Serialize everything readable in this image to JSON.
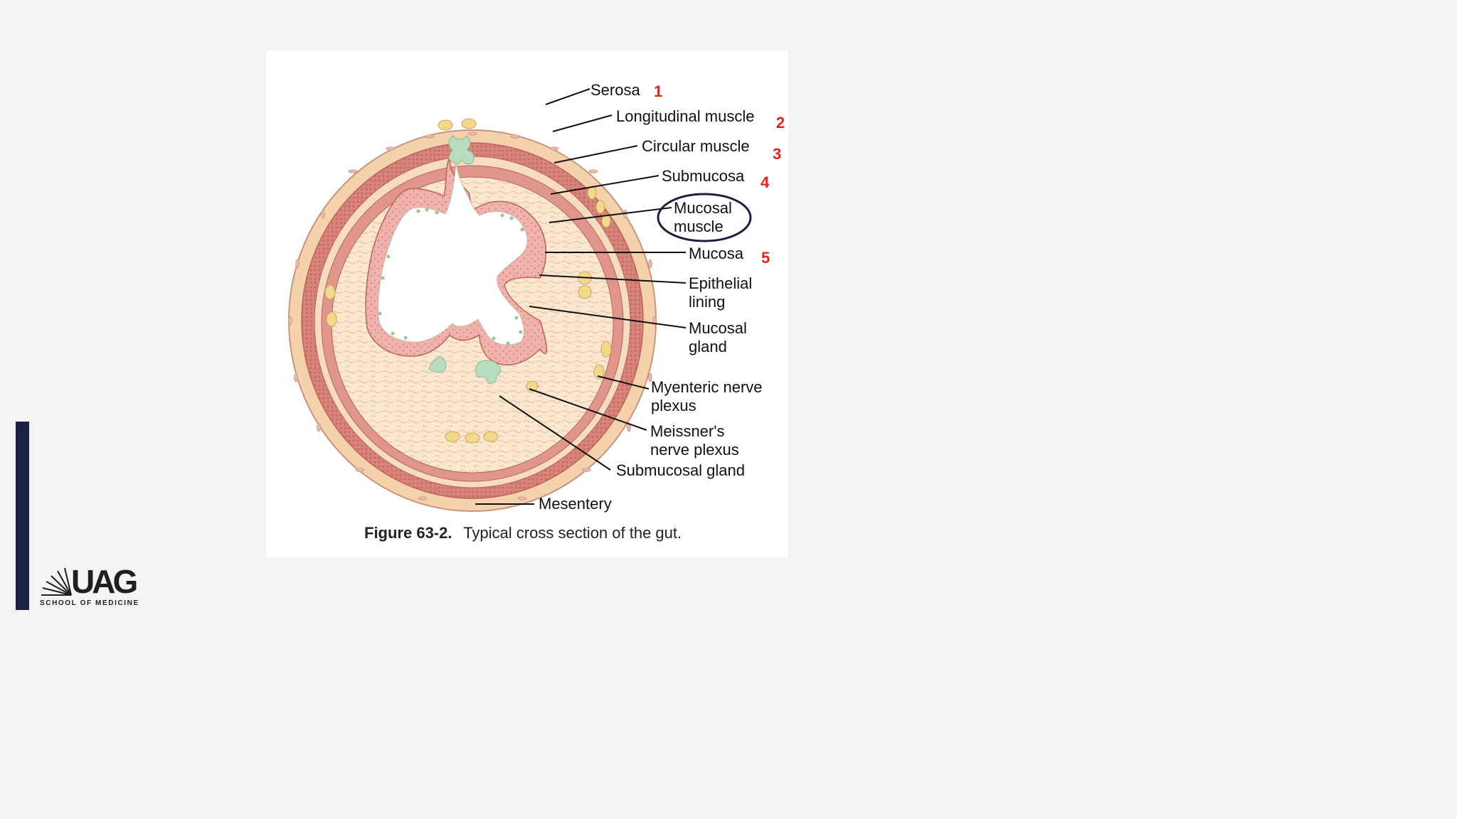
{
  "figure": {
    "labels": {
      "serosa": "Serosa",
      "longitudinal_muscle": "Longitudinal muscle",
      "circular_muscle": "Circular muscle",
      "submucosa": "Submucosa",
      "mucosal_muscle_1": "Mucosal",
      "mucosal_muscle_2": "muscle",
      "mucosa": "Mucosa",
      "epithelial_1": "Epithelial",
      "epithelial_2": "lining",
      "mucosal_gland_1": "Mucosal",
      "mucosal_gland_2": "gland",
      "myenteric_1": "Myenteric nerve",
      "myenteric_2": "plexus",
      "meissner_1": "Meissner's",
      "meissner_2": "nerve plexus",
      "submucosal_gland": "Submucosal gland",
      "mesentery": "Mesentery"
    },
    "numbers": {
      "n1": "1",
      "n2": "2",
      "n3": "3",
      "n4": "4",
      "n5": "5"
    },
    "caption_bold": "Figure 63-2.",
    "caption_text": "Typical cross section of the gut."
  },
  "logo": {
    "name": "UAG",
    "subtitle": "SCHOOL OF MEDICINE"
  },
  "colors": {
    "annotation_red": "#e8231f",
    "circle_navy": "#1b2040",
    "accent_bar": "#1b2040"
  }
}
